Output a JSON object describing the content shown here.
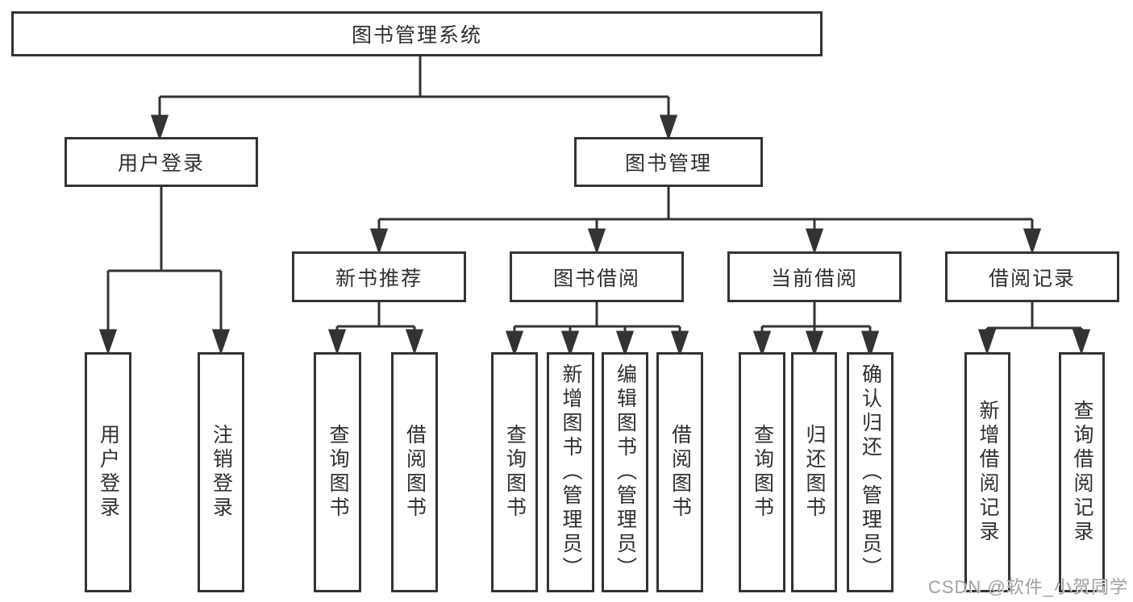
{
  "nodes": {
    "root": {
      "label": "图书管理系统"
    },
    "user_login": {
      "label": "用户登录",
      "children": {
        "login": {
          "label": "用户登录"
        },
        "logout": {
          "label": "注销登录"
        }
      }
    },
    "book_management": {
      "label": "图书管理",
      "children": {
        "new_book_recommend": {
          "label": "新书推荐",
          "children": {
            "query_books": {
              "label": "查询图书"
            },
            "borrow_books": {
              "label": "借阅图书"
            }
          }
        },
        "book_borrow": {
          "label": "图书借阅",
          "children": {
            "query_books": {
              "label": "查询图书"
            },
            "add_books": {
              "label": "新增图书（管理员）"
            },
            "edit_books": {
              "label": "编辑图书（管理员）"
            },
            "borrow_books": {
              "label": "借阅图书"
            }
          }
        },
        "current_borrow": {
          "label": "当前借阅",
          "children": {
            "query_books": {
              "label": "查询图书"
            },
            "return_books": {
              "label": "归还图书"
            },
            "confirm_return": {
              "label": "确认归还（管理员）"
            }
          }
        },
        "borrow_records": {
          "label": "借阅记录",
          "children": {
            "add_record": {
              "label": "新增借阅记录"
            },
            "query_record": {
              "label": "查询借阅记录"
            }
          }
        }
      }
    }
  },
  "watermark": {
    "text": "CSDN @软件_小贺同学"
  },
  "colors": {
    "line": "#333333",
    "node_border": "#333333",
    "text": "#2f2f2f",
    "watermark": "#9b9ba1",
    "background": "#ffffff"
  }
}
